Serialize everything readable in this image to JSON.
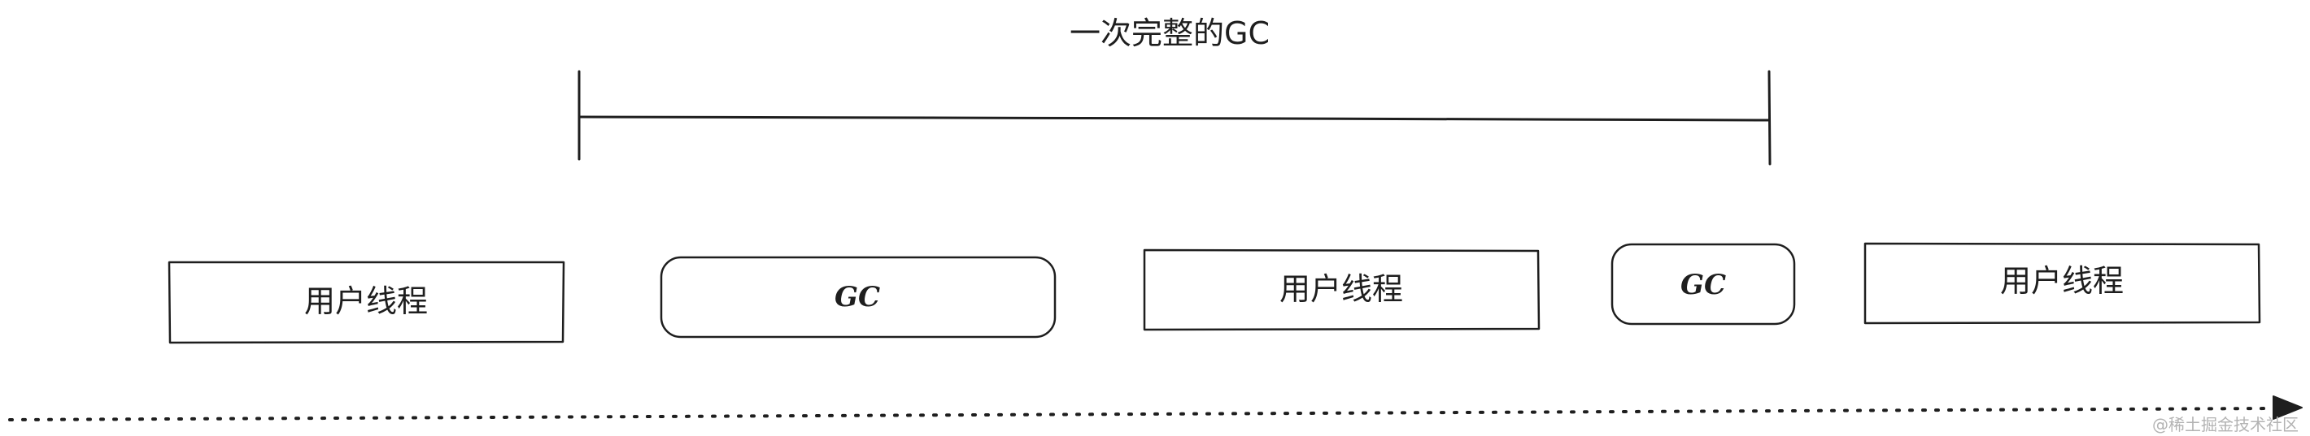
{
  "title": "一次完整的GC",
  "blocks": [
    {
      "label": "用户线程",
      "kind": "user-thread"
    },
    {
      "label": "GC",
      "kind": "gc"
    },
    {
      "label": "用户线程",
      "kind": "user-thread"
    },
    {
      "label": "GC",
      "kind": "gc"
    },
    {
      "label": "用户线程",
      "kind": "user-thread"
    }
  ],
  "watermark": "@稀土掘金技术社区",
  "colors": {
    "stroke": "#1e1e1e",
    "background": "#ffffff",
    "watermark": "#b3b3b3"
  }
}
